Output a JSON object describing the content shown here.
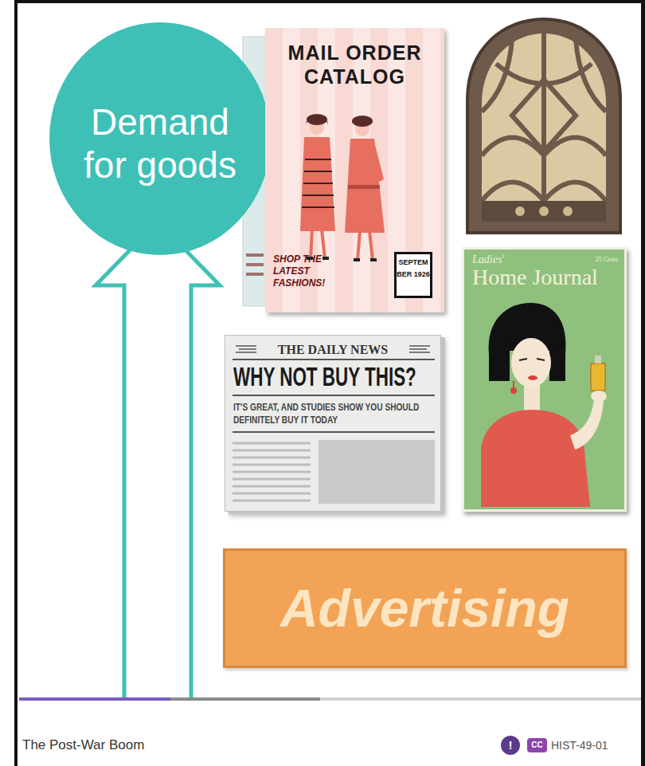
{
  "diagram": {
    "caption": "The Post-War Boom",
    "nodes": [
      {
        "text": [
          "Demand for goods"
        ]
      },
      {
        "text": [
          "MAIL ORDER CATALOG",
          "SHOP THE LATEST FASHIONS!"
        ]
      },
      {
        "text": [
          "SEPTEM BER 1926"
        ],
        "in": 1
      },
      {
        "text": [
          "Ladies'",
          "Home Journal",
          "25 Cents"
        ]
      },
      {
        "text": [
          "THE DAILY NEWS",
          "WHY NOT BUY THIS?",
          "IT'S GREAT, AND STUDIES SHOW YOU SHOULD DEFINITELY BUY IT TODAY"
        ]
      },
      {
        "text": [
          "Advertising"
        ]
      }
    ],
    "labels": [
      "!",
      "CC",
      "HIST-49-01"
    ]
  }
}
